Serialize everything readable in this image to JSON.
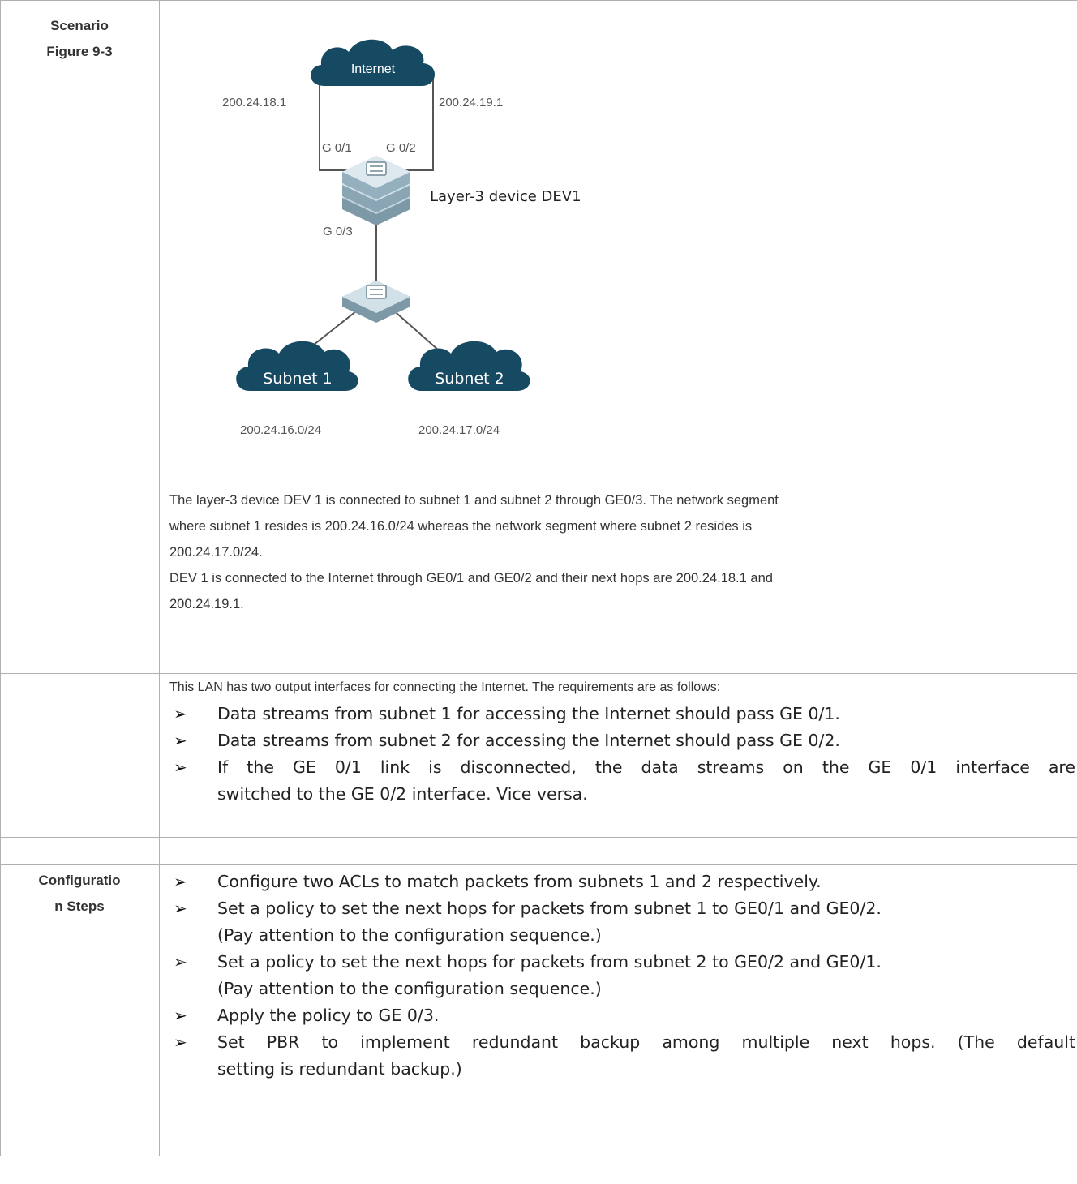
{
  "scenario_label": [
    "Scenario",
    "Figure 9-3"
  ],
  "diagram": {
    "internet_label": "Internet",
    "left_ip": "200.24.18.1",
    "right_ip": "200.24.19.1",
    "port_g01": "G 0/1",
    "port_g02": "G 0/2",
    "device_label": "Layer-3 device DEV1",
    "port_g03": "G 0/3",
    "subnet1_label": "Subnet 1",
    "subnet2_label": "Subnet 2",
    "subnet1_ip": "200.24.16.0/24",
    "subnet2_ip": "200.24.17.0/24"
  },
  "description": [
    "The layer-3 device DEV 1 is connected to subnet 1 and subnet 2 through GE0/3. The network segment",
    "where subnet 1 resides is 200.24.16.0/24 whereas the network segment where subnet 2 resides is",
    "200.24.17.0/24.",
    "DEV 1 is connected to the Internet through GE0/1 and GE0/2 and their next hops are 200.24.18.1 and",
    "200.24.19.1."
  ],
  "requirements": {
    "intro": "This LAN has two output interfaces for connecting the Internet. The requirements are as follows:",
    "items": [
      "Data streams from subnet 1 for accessing the Internet should pass GE 0/1.",
      "Data streams from subnet 2 for accessing the Internet should pass GE 0/2.",
      "If the GE 0/1 link is disconnected, the data streams on the GE 0/1 interface are",
      "switched to the GE 0/2 interface. Vice versa."
    ]
  },
  "config_label": [
    "Configuratio",
    "n Steps"
  ],
  "config_steps": [
    [
      "Configure two ACLs to match packets from subnets 1 and 2 respectively."
    ],
    [
      "Set a policy to set the next hops for packets from subnet 1 to GE0/1 and GE0/2.",
      "(Pay attention to the configuration sequence.)"
    ],
    [
      "Set a policy to set the next hops for packets from subnet 2 to GE0/2 and GE0/1.",
      "(Pay attention to the configuration sequence.)"
    ],
    [
      "Apply the policy to GE 0/3."
    ],
    [
      "Set PBR to implement redundant backup among multiple next hops. (The default",
      "setting is redundant backup.)"
    ]
  ],
  "bullet_glyph": "➢"
}
